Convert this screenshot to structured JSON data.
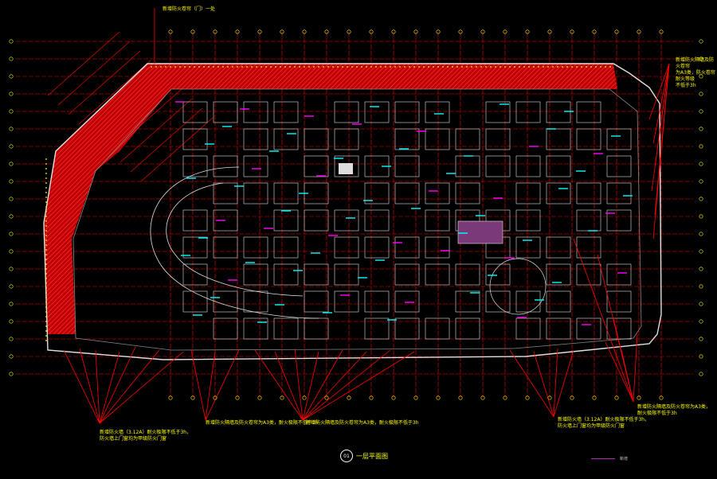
{
  "drawing": {
    "sheet_number": "01",
    "title": "一层平面图",
    "legend_text": "新增",
    "footer_text": "",
    "colors": {
      "background": "#000000",
      "grid_red": "#ff0000",
      "wall_white": "#e0e0e0",
      "annotation_yellow": "#ffff00",
      "mark_cyan": "#00ffff",
      "mark_magenta": "#ff00ff"
    }
  },
  "annotations": {
    "top_note": "新增防火卷帘（门）一处",
    "right_note": "新增防火隔墙及防火卷帘\n为A3类，防火卷帘耐火等级\n不低于3h",
    "left_bottom_note": "新增防火墙（3.12A）耐火极限不低于3h，\n防火墙上门窗均为甲级防火门窗",
    "center_left_note": "新增防火隔墙及防火卷帘为A3类，耐火极限不低于3h",
    "center_note": "新增防火隔墙及防火卷帘为A3类，耐火极限不低于3h",
    "right_bottom_note": "新增防火墙（3.12A）耐火极限不低于3h，\n防火墙上门窗均为甲级防火门窗",
    "far_right_bottom_note": "新增防火隔墙及防火卷帘为A3类，\n耐火极限不低于3h"
  }
}
